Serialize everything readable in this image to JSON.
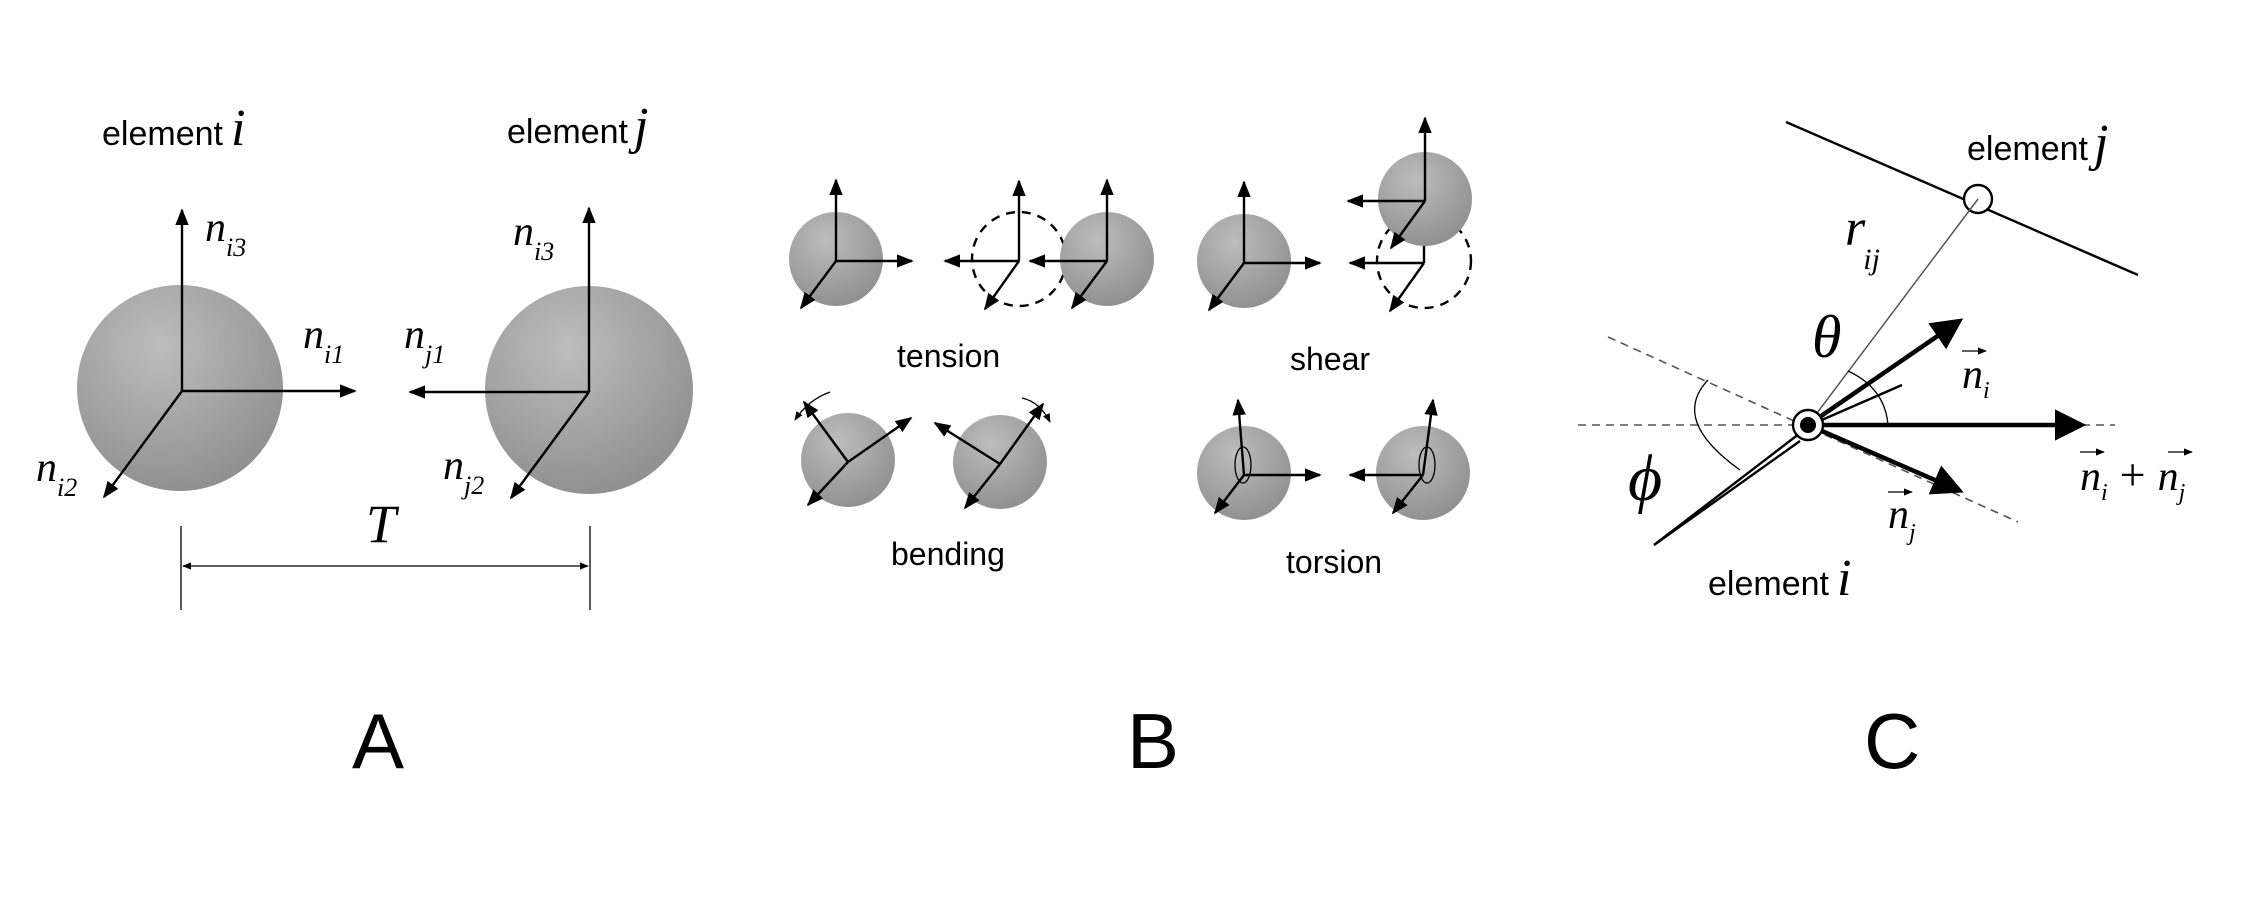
{
  "panel_a": {
    "label": "A",
    "element_i": {
      "word": "element",
      "index": "i"
    },
    "element_j": {
      "word": "element",
      "index": "j"
    },
    "ni3_a": {
      "base": "n",
      "sub": "i3"
    },
    "ni1": {
      "base": "n",
      "sub": "i1"
    },
    "ni2": {
      "base": "n",
      "sub": "i2"
    },
    "ni3_b": {
      "base": "n",
      "sub": "i3"
    },
    "nj1": {
      "base": "n",
      "sub": "j1"
    },
    "nj2": {
      "base": "n",
      "sub": "j2"
    },
    "T": "T"
  },
  "panel_b": {
    "label": "B",
    "tension": "tension",
    "shear": "shear",
    "bending": "bending",
    "torsion": "torsion"
  },
  "panel_c": {
    "label": "C",
    "element_j": {
      "word": "element",
      "index": "j"
    },
    "element_i": {
      "word": "element",
      "index": "i"
    },
    "r": {
      "base": "r",
      "sub": "ij"
    },
    "theta": "θ",
    "phi": "ϕ",
    "ni": {
      "base": "n",
      "sub": "i"
    },
    "nj": {
      "base": "n",
      "sub": "j"
    },
    "sum": {
      "a": "n",
      "a_sub": "i",
      "plus": "+",
      "b": "n",
      "b_sub": "j"
    }
  },
  "colors": {
    "sphere_light": "#bdbdbd",
    "sphere_dark": "#8e8e8e",
    "ink": "#000000"
  }
}
